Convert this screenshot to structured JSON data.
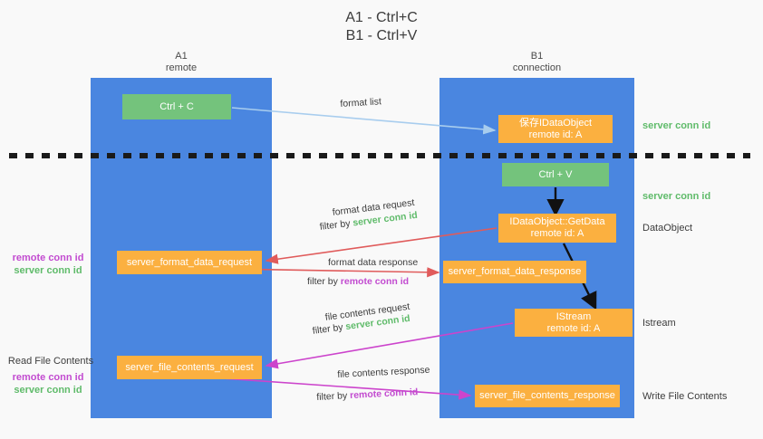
{
  "title": "A1 - Ctrl+C\nB1 - Ctrl+V",
  "columns": {
    "a1": {
      "header": "A1\nremote"
    },
    "b1": {
      "header": "B1\nconnection"
    }
  },
  "nodes": {
    "ctrl_c": "Ctrl + C",
    "idataobject": "保存IDataObject\nremote id: A",
    "ctrl_v": "Ctrl + V",
    "getdata": "IDataObject::GetData\nremote id: A",
    "format_data_request": "server_format_data_request",
    "format_data_response": "server_format_data_response",
    "istream": "IStream\nremote id: A",
    "file_contents_request": "server_file_contents_request",
    "file_contents_response": "server_file_contents_response"
  },
  "arrow_labels": {
    "format_list": "format list",
    "format_data_request_line1": "format data request",
    "format_data_request_filter_prefix": "filter by ",
    "format_data_request_filter_value": "server conn id",
    "format_data_response_line1": "format data response",
    "format_data_response_filter_prefix": "filter by ",
    "format_data_response_filter_value": "remote conn id",
    "file_contents_request_line1": "file contents request",
    "file_contents_request_filter_prefix": "filter by ",
    "file_contents_request_filter_value": "server conn id",
    "file_contents_response_line1": "file contents response",
    "file_contents_response_filter_prefix": "filter by ",
    "file_contents_response_filter_value": "remote conn id"
  },
  "side_labels": {
    "server_conn_id_top": "server conn id",
    "server_conn_id_mid": "server conn id",
    "dataobject": "DataObject",
    "istream": "Istream",
    "write_file_contents": "Write File Contents",
    "read_file_contents": "Read File Contents",
    "remote_conn_id": "remote conn id",
    "server_conn_id": "server conn id"
  },
  "colors": {
    "background": "#f9f9f9",
    "lane": "#4a86e0",
    "green_node": "#74c37c",
    "orange_node": "#fbb040",
    "server_conn_id_text": "#5fbb6a",
    "remote_conn_id_text": "#c24bd0",
    "arrow_format_list": "#a8cdee",
    "arrow_format_data": "#e05b5b",
    "arrow_file_contents": "#cc44cc",
    "arrow_internal": "#111111",
    "divider_line": "#1a1a1a"
  }
}
